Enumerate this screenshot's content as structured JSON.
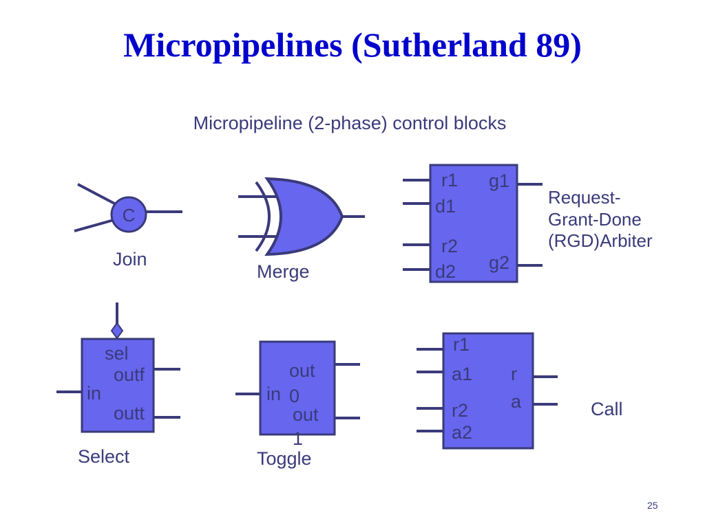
{
  "slide": {
    "title": "Micropipelines (Sutherland 89)",
    "subtitle": "Micropipeline (2-phase) control blocks",
    "page_number": "25"
  },
  "join": {
    "gate_letter": "C",
    "caption": "Join"
  },
  "merge": {
    "caption": "Merge"
  },
  "arbiter": {
    "pins": {
      "r1": "r1",
      "g1": "g1",
      "d1": "d1",
      "r2": "r2",
      "g2": "g2",
      "d2": "d2"
    },
    "caption_lines": [
      "Request-",
      "Grant-Done",
      "(RGD)Arbiter"
    ]
  },
  "select": {
    "pins": {
      "sel": "sel",
      "outf": "outf",
      "in": "in",
      "outt": "outt"
    },
    "caption": "Select"
  },
  "toggle": {
    "pins": {
      "out0_a": "out",
      "out0_b": "0",
      "in": "in",
      "out1_a": "out",
      "out1_b": "1"
    },
    "caption": "Toggle"
  },
  "call": {
    "pins": {
      "r1": "r1",
      "a1": "a1",
      "r2": "r2",
      "a2": "a2",
      "r": "r",
      "a": "a"
    },
    "caption": "Call"
  },
  "colors": {
    "title": "#0000cc",
    "text": "#3a3a7a",
    "fill": "#6666ee",
    "stroke": "#3a3a7a"
  }
}
